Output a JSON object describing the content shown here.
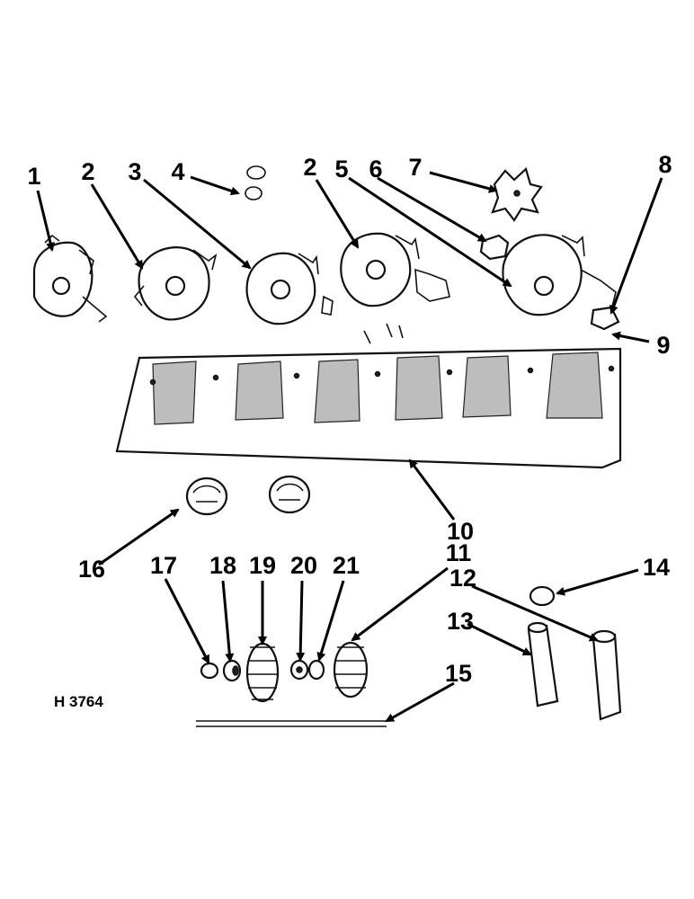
{
  "figure_code": "H 3764",
  "callouts": [
    "1",
    "2",
    "3",
    "4",
    "2",
    "5",
    "6",
    "7",
    "8",
    "9",
    "10",
    "11",
    "12",
    "13",
    "14",
    "15",
    "16",
    "17",
    "18",
    "19",
    "20",
    "21"
  ]
}
